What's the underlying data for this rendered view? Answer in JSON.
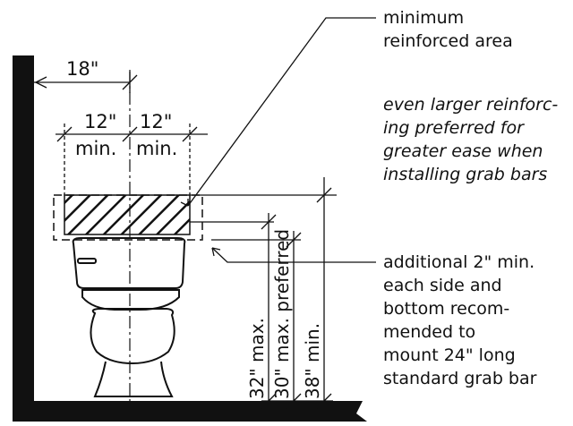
{
  "dimensions": {
    "overall_width": "18\"",
    "left_min": "12\"",
    "left_min_suffix": "min.",
    "right_min": "12\"",
    "right_min_suffix": "min.",
    "height_max": "32\" max.",
    "height_preferred": "30\" max. preferred",
    "height_min": "38\" min."
  },
  "notes": {
    "minimum_area": [
      "minimum",
      "reinforced area"
    ],
    "larger_preferred": [
      "even larger reinforc-",
      "ing preferred for",
      "greater ease when",
      "installing grab bars"
    ],
    "additional": [
      "additional 2\" min.",
      "each side and",
      "bottom recom-",
      "mended to",
      "mount 24\" long",
      "standard grab bar"
    ]
  }
}
